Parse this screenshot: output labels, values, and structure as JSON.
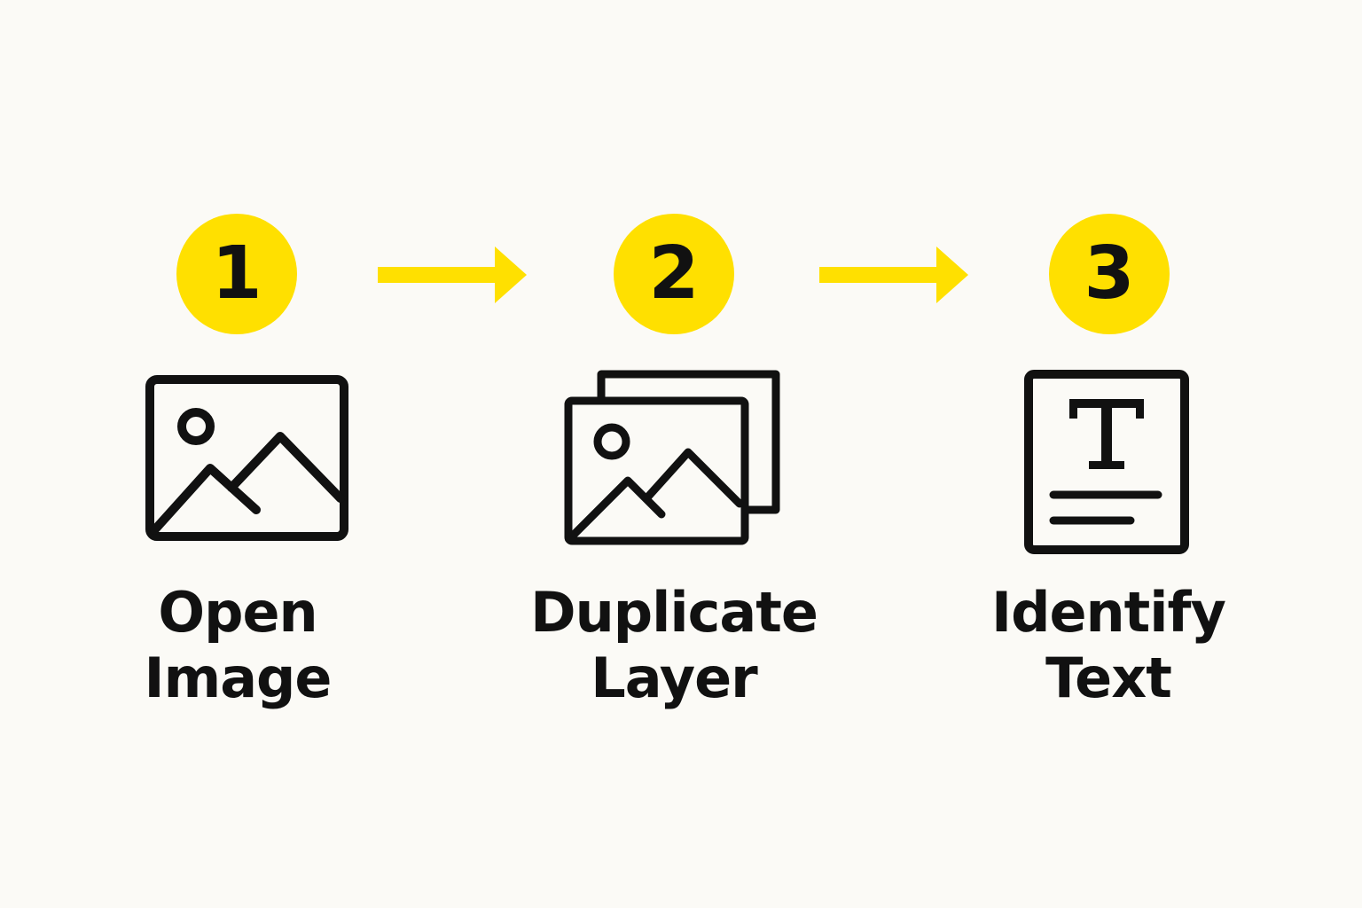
{
  "colors": {
    "background": "#fbfaf6",
    "accent": "#ffe000",
    "ink": "#111111"
  },
  "steps": [
    {
      "number": "1",
      "icon": "image-icon",
      "label_line1": "Open",
      "label_line2": "Image"
    },
    {
      "number": "2",
      "icon": "duplicate-layer-icon",
      "label_line1": "Duplicate",
      "label_line2": "Layer"
    },
    {
      "number": "3",
      "icon": "text-document-icon",
      "label_line1": "Identify",
      "label_line2": "Text"
    }
  ],
  "connectors": [
    {
      "from": "1",
      "to": "2",
      "icon": "arrow-right-icon"
    },
    {
      "from": "2",
      "to": "3",
      "icon": "arrow-right-icon"
    }
  ]
}
